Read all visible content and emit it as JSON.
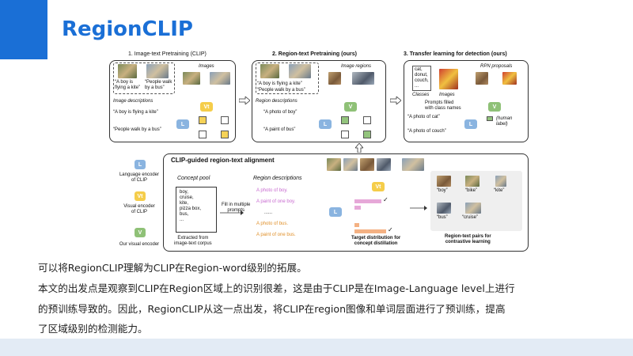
{
  "slide": {
    "title": "RegionCLIP"
  },
  "figure": {
    "panel1": {
      "title": "1. Image-text Pretraining (CLIP)",
      "images_label": "Images",
      "caption_a": "“A boy is flying a kite”",
      "caption_b": "“People walk by a bus”",
      "desc_label": "Image descriptions",
      "desc_a": "“A boy is flying a kite”",
      "desc_b": "“People walk by a bus”",
      "encoder_v": "Vt",
      "encoder_l": "L"
    },
    "panel2": {
      "title": "2. Region-text Pretraining (ours)",
      "regions_label": "Image regions",
      "caption_a": "“A boy is flying a kite”",
      "caption_b": "“People walk by a bus”",
      "desc_label": "Region descriptions",
      "desc_a": "“A photo of boy”",
      "desc_b": "“A paint of bus”",
      "encoder_v": "V",
      "encoder_l": "L"
    },
    "panel3": {
      "title": "3. Transfer learning for detection (ours)",
      "classes_text": "cat,\ndonut,\ncouch,\n...",
      "classes_label": "Classes",
      "images_label": "Images",
      "rpn_label": "RPN proposals",
      "prompts_label": "Prompts filled\nwith class names",
      "desc_a": "“A photo of cat”",
      "desc_b": "“A photo of couch”",
      "human_label": "(human\nlabel)",
      "encoder_v": "V",
      "encoder_l": "L"
    },
    "legend": {
      "l_text": "L",
      "l_caption": "Language encoder\nof CLIP",
      "vt_text": "Vt",
      "vt_caption": "Visual encoder\nof CLIP",
      "v_text": "V",
      "v_caption": "Our visual encoder"
    },
    "alignment": {
      "title": "CLIP-guided region-text alignment",
      "concept_label": "Concept pool",
      "concept_text": "boy,\ncruise,\nkite,\npizza box,\nbus,\n...",
      "corpus_caption": "Extracted from\nimage-text corpus",
      "fill_caption": "Fill in multiple\nprompts",
      "region_label": "Region descriptions",
      "rd1": "A photo of boy.",
      "rd2": "A paint of one boy.",
      "rd3": "......",
      "rd4": "A photo of bus.",
      "rd5": "A paint of one bus.",
      "encoder_vt": "Vt",
      "encoder_l": "L",
      "target_caption": "Target distribution for\nconcept distillation",
      "pairs_caption": "Region-text pairs for\ncontrastive learning",
      "pair_boy": "“boy”",
      "pair_bike": "“bike”",
      "pair_kite": "“kite”",
      "pair_bus": "“bus”",
      "pair_cruise": "“cruise”"
    }
  },
  "body": {
    "line1": "可以将RegionCLIP理解为CLIP在Region-word级别的拓展。",
    "line2": "本文的出发点是观察到CLIP在Region区域上的识别很差，这是由于CLIP是在Image-Language level上进行",
    "line3": "的预训练导致的。因此，RegionCLIP从这一点出发，将CLIP在region图像和单词层面进行了预训练，提高",
    "line4": "了区域级别的检测能力。"
  }
}
